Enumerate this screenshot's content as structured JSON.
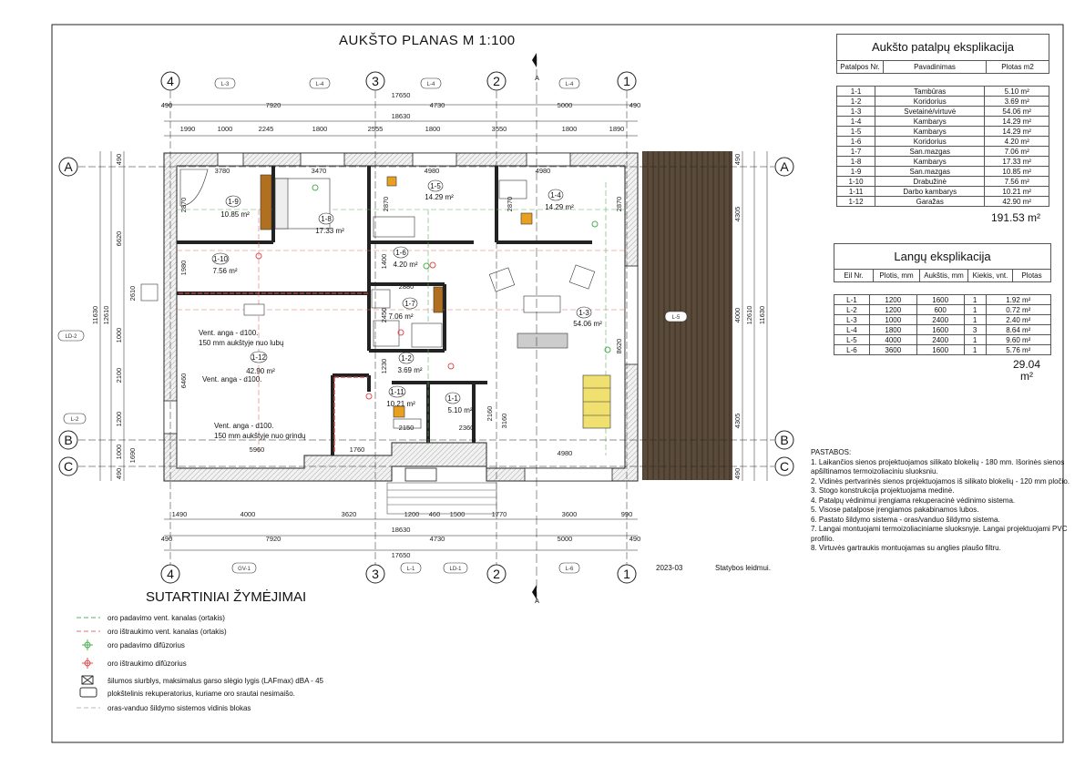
{
  "plan_title": "AUKŠTO PLANAS M  1:100",
  "legend_title": "SUTARTINIAI ŽYMĖJIMAI",
  "section_mark": "A",
  "axes_top": [
    "4",
    "3",
    "2",
    "1"
  ],
  "axes_side": [
    "A",
    "B",
    "C"
  ],
  "window_tags_top": [
    "L-3",
    "L-4",
    "L-4",
    "L-4"
  ],
  "bottom_tags": [
    "GV-1",
    "L-1",
    "LD-1",
    "L-6"
  ],
  "side_tags": {
    "ld2": "LD-2",
    "l2": "L-2",
    "l5": "L-5"
  },
  "dims_top_row1": [
    "490",
    "7920",
    "4730",
    "5000",
    "490"
  ],
  "dims_top_overall1": "17650",
  "dims_top_overall2": "18630",
  "dims_top_row2": [
    "1990",
    "1000",
    "2245",
    "1800",
    "2555",
    "1800",
    "3550",
    "1800",
    "1890"
  ],
  "dims_bottom_row1": [
    "1490",
    "4000",
    "3620",
    "1200",
    "460",
    "1500",
    "1770",
    "3600",
    "990"
  ],
  "dims_bottom_overall1": "18630",
  "dims_bottom_row2": [
    "490",
    "7920",
    "4730",
    "5000",
    "490"
  ],
  "dims_bottom_overall2": "17650",
  "dims_left_row1": [
    "490",
    "6620",
    "1000",
    "2100",
    "1200",
    "1000",
    "490"
  ],
  "dims_left_overall": [
    "11630",
    "12610"
  ],
  "dims_left_inner": [
    "2870",
    "1980",
    "2610",
    "6460",
    "1690"
  ],
  "dims_right_row1": [
    "490",
    "4305",
    "4000",
    "4305",
    "490"
  ],
  "dims_right_overall": [
    "12610",
    "11630"
  ],
  "dims_interior": [
    "3780",
    "3470",
    "4980",
    "4980",
    "2870",
    "2870",
    "2870",
    "1400",
    "2880",
    "2450",
    "1230",
    "2160",
    "3160",
    "8620",
    "2150",
    "2360",
    "5960",
    "1760",
    "4980"
  ],
  "rooms": [
    {
      "id": "1-9",
      "area": "10.85 m²"
    },
    {
      "id": "1-8",
      "area": "17.33 m²"
    },
    {
      "id": "1-5",
      "area": "14.29 m²"
    },
    {
      "id": "1-4",
      "area": "14.29 m²"
    },
    {
      "id": "1-10",
      "area": "7.56 m²"
    },
    {
      "id": "1-6",
      "area": "4.20 m²"
    },
    {
      "id": "1-7",
      "area": "7.06 m²"
    },
    {
      "id": "1-3",
      "area": "54.06 m²"
    },
    {
      "id": "1-12",
      "area": "42.90 m²"
    },
    {
      "id": "1-2",
      "area": "3.69 m²"
    },
    {
      "id": "1-11",
      "area": "10.21 m²"
    },
    {
      "id": "1-1",
      "area": "5.10 m²"
    }
  ],
  "vent_notes": [
    "Vent. anga - d100.",
    "150 mm aukštyje nuo lubų",
    "Vent. anga - d100.",
    "Vent. anga - d100.",
    "150 mm aukštyje nuo grindų"
  ],
  "date_label": "2023-03",
  "status_label": "Statybos leidmui.",
  "rooms_table": {
    "title": "Aukšto patalpų eksplikacija",
    "headers": [
      "Patalpos Nr.",
      "Pavadinimas",
      "Plotas m2"
    ],
    "rows": [
      [
        "1-1",
        "Tambūras",
        "5.10 m²"
      ],
      [
        "1-2",
        "Koridorius",
        "3.69 m²"
      ],
      [
        "1-3",
        "Svetainė/virtuvė",
        "54.06 m²"
      ],
      [
        "1-4",
        "Kambarys",
        "14.29 m²"
      ],
      [
        "1-5",
        "Kambarys",
        "14.29 m²"
      ],
      [
        "1-6",
        "Koridorius",
        "4.20 m²"
      ],
      [
        "1-7",
        "San.mazgas",
        "7.06 m²"
      ],
      [
        "1-8",
        "Kambarys",
        "17.33 m²"
      ],
      [
        "1-9",
        "San.mazgas",
        "10.85 m²"
      ],
      [
        "1-10",
        "Drabužinė",
        "7.56 m²"
      ],
      [
        "1-11",
        "Darbo kambarys",
        "10.21 m²"
      ],
      [
        "1-12",
        "Garažas",
        "42.90 m²"
      ]
    ],
    "total": "191.53 m²"
  },
  "windows_table": {
    "title": "Langų eksplikacija",
    "headers": [
      "Eil Nr.",
      "Plotis, mm",
      "Aukštis, mm",
      "Kiekis, vnt.",
      "Plotas"
    ],
    "rows": [
      [
        "L-1",
        "1200",
        "1600",
        "1",
        "1.92 m²"
      ],
      [
        "L-2",
        "1200",
        "600",
        "1",
        "0.72 m²"
      ],
      [
        "L-3",
        "1000",
        "2400",
        "1",
        "2.40 m²"
      ],
      [
        "L-4",
        "1800",
        "1600",
        "3",
        "8.64 m²"
      ],
      [
        "L-5",
        "4000",
        "2400",
        "1",
        "9.60 m²"
      ],
      [
        "L-6",
        "3600",
        "1600",
        "1",
        "5.76 m²"
      ]
    ],
    "total_value": "29.04",
    "total_unit": "m²"
  },
  "notes": {
    "heading": "PASTABOS:",
    "items": [
      "1. Laikančios sienos projektuojamos silikato blokelių - 180 mm. Išorinės sienos apšiltinamos termoizoliaciniu sluoksniu.",
      "2. Vidinės pertvarinės sienos projektuojamos iš silikato blokelių - 120 mm pločio.",
      "3. Stogo konstrukcija projektuojama medinė.",
      "4. Patalpų vėdinimui įrengiama rekuperacinė vėdinimo sistema.",
      "5. Visose patalpose įrengiamos pakabinamos lubos.",
      "6. Pastato šildymo sistema - oras/vanduo šildymo sistema.",
      "7. Langai montuojami termoizoliaciniame sluoksnyje. Langai projektuojami PVC profilio.",
      "8. Virtuvės gartraukis montuojamas su anglies plaušo filtru."
    ]
  },
  "legend": [
    {
      "icon": "supply-duct-line",
      "text": "oro padavimo vent. kanalas (ortakis)"
    },
    {
      "icon": "exhaust-duct-line",
      "text": "oro ištraukimo vent. kanalas (ortakis)"
    },
    {
      "icon": "supply-diffuser-icon",
      "text": "oro padavimo difūzorius"
    },
    {
      "icon": "exhaust-diffuser-icon",
      "text": "oro ištraukimo difūzorius"
    },
    {
      "icon": "heat-pump-icon",
      "text": "šilumos siurblys, maksimalus garso slėgio lygis  (LAFmax) dBA - 45"
    },
    {
      "icon": "recuperator-icon",
      "text": "plokštelinis rekuperatorius, kuriame oro  srautai nesimaišo."
    },
    {
      "icon": "heating-block-line",
      "text": "oras-vanduo šildymo sistemos vidinis blokas"
    }
  ],
  "colors": {
    "line": "#222222",
    "hatch": "#888888",
    "dashed_red": "#e06060",
    "dashed_green": "#55bb55",
    "deck": "#5a4a3a",
    "furniture_orange": "#e8a020",
    "table_yellow": "#f0e070",
    "wardrobe": "#b07020"
  }
}
